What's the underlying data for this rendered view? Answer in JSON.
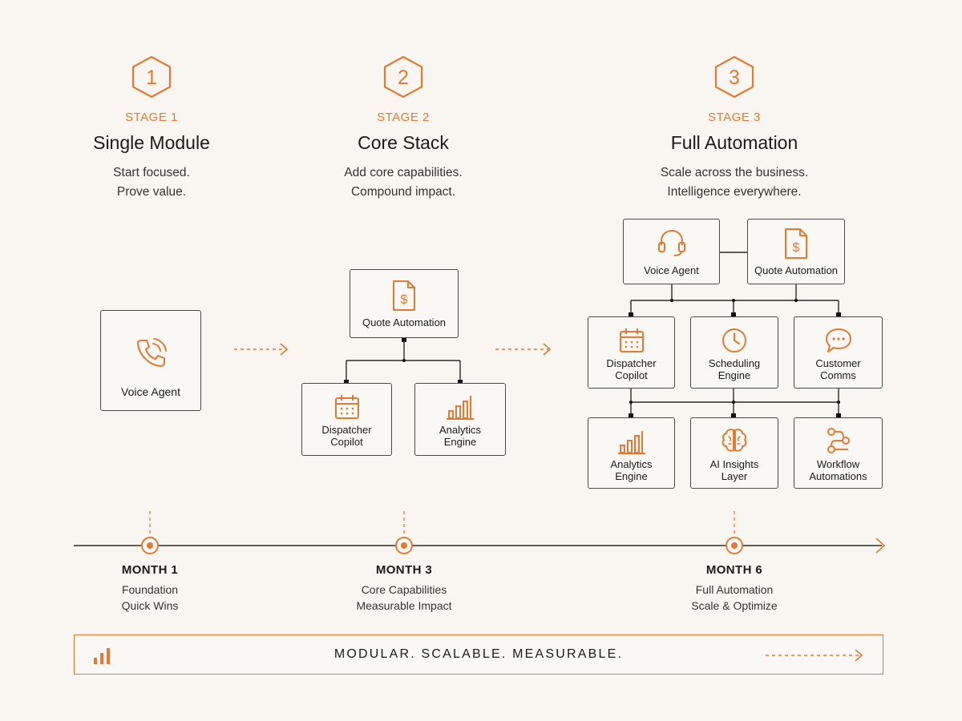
{
  "stages": [
    {
      "number": "1",
      "kicker": "STAGE 1",
      "title": "Single Module",
      "desc": [
        "Start focused.",
        "Prove value."
      ]
    },
    {
      "number": "2",
      "kicker": "STAGE 2",
      "title": "Core Stack",
      "desc": [
        "Add core capabilities.",
        "Compound impact."
      ]
    },
    {
      "number": "3",
      "kicker": "STAGE 3",
      "title": "Full Automation",
      "desc": [
        "Scale across the business.",
        "Intelligence everywhere."
      ]
    }
  ],
  "stage1_modules": {
    "voice_agent": [
      "Voice Agent"
    ]
  },
  "stage2_modules": {
    "quote_automation": [
      "Quote Automation"
    ],
    "dispatcher_copilot": [
      "Dispatcher",
      "Copilot"
    ],
    "analytics_engine": [
      "Analytics",
      "Engine"
    ]
  },
  "stage3_modules": {
    "voice_agent": [
      "Voice Agent"
    ],
    "quote_automation": [
      "Quote Automation"
    ],
    "dispatcher_copilot": [
      "Dispatcher",
      "Copilot"
    ],
    "scheduling_engine": [
      "Scheduling",
      "Engine"
    ],
    "customer_comms": [
      "Customer",
      "Comms"
    ],
    "analytics_engine": [
      "Analytics",
      "Engine"
    ],
    "ai_insights": [
      "AI Insights",
      "Layer"
    ],
    "workflow_automations": [
      "Workflow",
      "Automations"
    ]
  },
  "timeline": [
    {
      "title": "MONTH 1",
      "lines": [
        "Foundation",
        "Quick Wins"
      ]
    },
    {
      "title": "MONTH 3",
      "lines": [
        "Core Capabilities",
        "Measurable Impact"
      ]
    },
    {
      "title": "MONTH 6",
      "lines": [
        "Full Automation",
        "Scale & Optimize"
      ]
    }
  ],
  "banner": {
    "text": "MODULAR. SCALABLE. MEASURABLE."
  },
  "colors": {
    "accent": "#e07a34",
    "ink": "#1f1f1f",
    "background": "#f9f6f1",
    "line": "#4a4a4a"
  },
  "icons": [
    "hexagon-badge",
    "phone-icon",
    "document-dollar-icon",
    "calendar-icon",
    "bar-chart-icon",
    "headset-icon",
    "clock-icon",
    "chat-bubble-icon",
    "brain-icon",
    "workflow-icon",
    "arrow-right-icon"
  ]
}
